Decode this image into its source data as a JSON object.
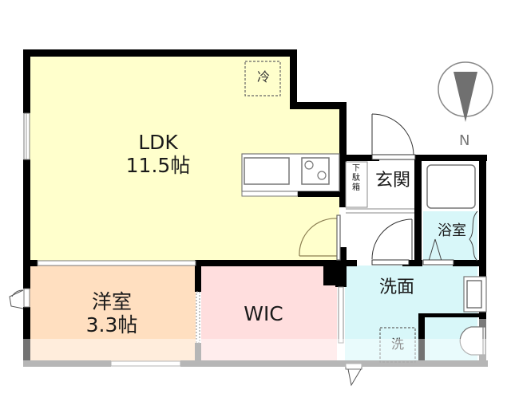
{
  "rooms": {
    "ldk": {
      "name": "LDK",
      "size": "11.5帖",
      "color": "#ffffcc"
    },
    "western": {
      "name": "洋室",
      "size": "3.3帖",
      "color": "#ffdfc0"
    },
    "wic": {
      "name": "WIC",
      "color": "#ffdede"
    },
    "entrance": {
      "name": "玄関",
      "shoe_box": "下駄箱",
      "color": "#ffffff"
    },
    "bath": {
      "name": "浴室",
      "color": "#d8f7f9"
    },
    "washroom": {
      "name": "洗面",
      "color": "#d8f7f9"
    },
    "toilet": {
      "color": "#d8f7f9"
    }
  },
  "marks": {
    "fridge": "冷",
    "washer": "洗"
  },
  "compass": {
    "label": "N"
  },
  "colors": {
    "wall": "#000000",
    "fixture_line": "#777777",
    "door_arc": "#8a7d50"
  }
}
